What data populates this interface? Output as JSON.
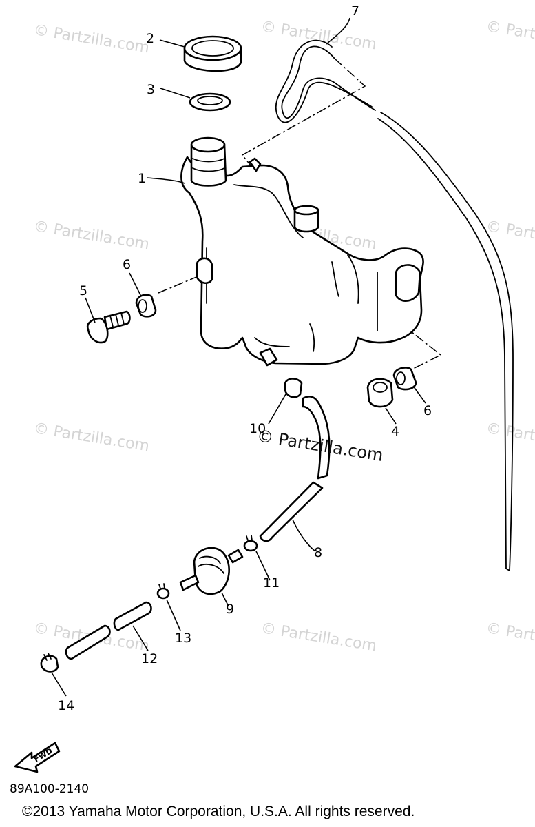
{
  "watermark_text": "© Partzilla.com",
  "center_watermark": "© Partzilla.com",
  "callouts": {
    "c1": "1",
    "c2": "2",
    "c3": "3",
    "c4": "4",
    "c5": "5",
    "c6a": "6",
    "c6b": "6",
    "c7": "7",
    "c8": "8",
    "c9": "9",
    "c10": "10",
    "c11": "11",
    "c12": "12",
    "c13": "13",
    "c14": "14"
  },
  "fwd_label": "FWD",
  "diagram_code": "89A100-2140",
  "copyright": "©2013 Yamaha Motor Corporation, U.S.A. All rights reserved."
}
